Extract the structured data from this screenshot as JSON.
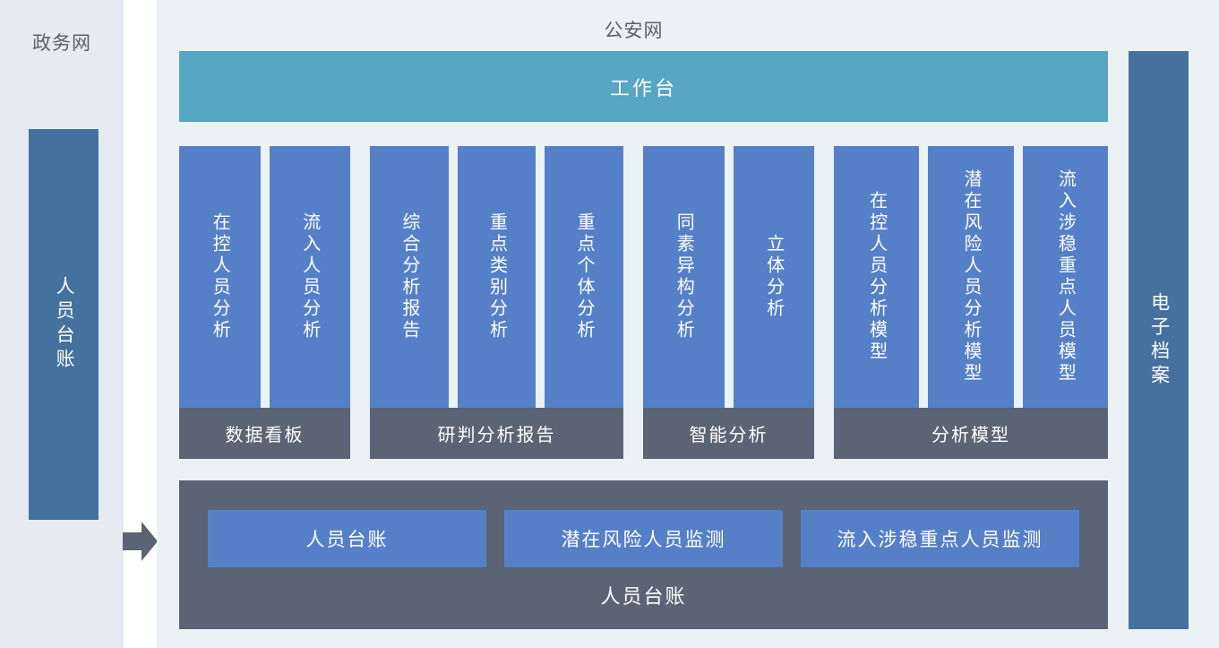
{
  "left_panel": {
    "title": "政务网",
    "block_label": "人员台账"
  },
  "flow": {
    "arrow_icon": "arrow-right-icon",
    "arrow_color": "#5b6475"
  },
  "right_panel": {
    "title": "公安网",
    "workbench_label": "工作台",
    "archive_label": "电子档案"
  },
  "groups": [
    {
      "band_label": "数据看板",
      "columns": [
        {
          "label": "在控人员分析",
          "height": "tall"
        },
        {
          "label": "流入人员分析",
          "height": "tall"
        }
      ]
    },
    {
      "band_label": "研判分析报告",
      "columns": [
        {
          "label": "综合分析报告",
          "height": "tall"
        },
        {
          "label": "重点类别分析",
          "height": "tall"
        },
        {
          "label": "重点个体分析",
          "height": "tall"
        }
      ]
    },
    {
      "band_label": "智能分析",
      "columns": [
        {
          "label": "同素异构分析",
          "height": "tall"
        },
        {
          "label": "立体分析",
          "height": "tall"
        }
      ]
    },
    {
      "band_label": "分析模型",
      "columns": [
        {
          "label": "在控人员分析模型",
          "height": "tall"
        },
        {
          "label": "潜在风险人员分析模型",
          "height": "tall"
        },
        {
          "label": "流入涉稳重点人员模型",
          "height": "tall"
        }
      ]
    }
  ],
  "ledger": {
    "cards": [
      "人员台账",
      "潜在风险人员监测",
      "流入涉稳重点人员监测"
    ],
    "label": "人员台账"
  },
  "colors": {
    "left_panel_bg": "#e8eaf1",
    "right_panel_bg": "#eaf2f6",
    "deep_blue": "#45719f",
    "module_blue": "#5580c8",
    "band_gray": "#5b6475",
    "workbench_teal": "#56a6c4",
    "title_text": "#57616e"
  }
}
